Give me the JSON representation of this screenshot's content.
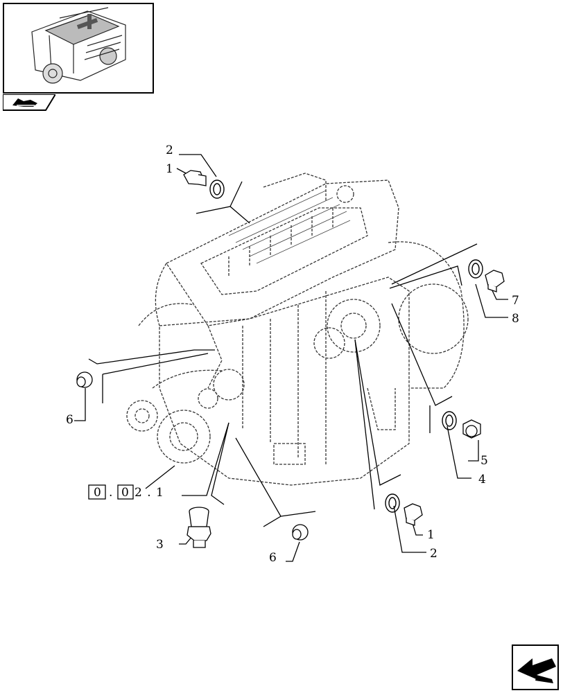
{
  "callouts": {
    "c2_top": "2",
    "c1_top": "1",
    "c7": "7",
    "c8": "8",
    "c6_left": "6",
    "c5": "5",
    "c4": "4",
    "c1_bottom": "1",
    "c2_bottom": "2",
    "c3": "3",
    "c6_bottom": "6"
  },
  "reference": {
    "boxed_a": "0",
    "dot_a": ".",
    "boxed_b": "0",
    "rest": "2 . 1"
  },
  "icons": {
    "thumbnail": "engine-thumbnail-icon",
    "nav": "hand-pointer-icon",
    "next": "next-page-arrow-icon"
  }
}
